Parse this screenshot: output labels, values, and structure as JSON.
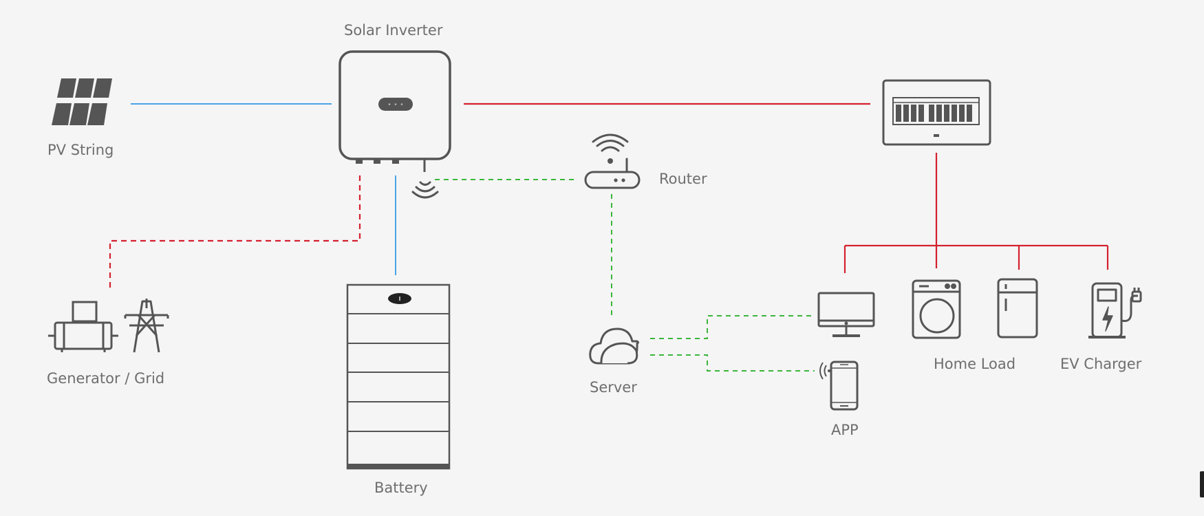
{
  "labels": {
    "solar_inverter": "Solar Inverter",
    "pv_string": "PV String",
    "router": "Router",
    "generator_grid": "Generator / Grid",
    "battery": "Battery",
    "server": "Server",
    "home_load": "Home Load",
    "ev_charger": "EV Charger",
    "app": "APP"
  },
  "colors": {
    "background": "#f5f5f5",
    "dc_line": "#4aa3e6",
    "ac_line": "#d4202f",
    "data_line": "#3bb53b",
    "device": "#555555",
    "label": "#6e6e6e"
  },
  "icons": [
    "solar-panel-icon",
    "inverter-icon",
    "wifi-icon",
    "router-icon",
    "distribution-board-icon",
    "generator-icon",
    "transmission-tower-icon",
    "battery-icon",
    "cloud-icon",
    "monitor-icon",
    "washing-machine-icon",
    "refrigerator-icon",
    "ev-charger-icon",
    "smartphone-icon"
  ]
}
